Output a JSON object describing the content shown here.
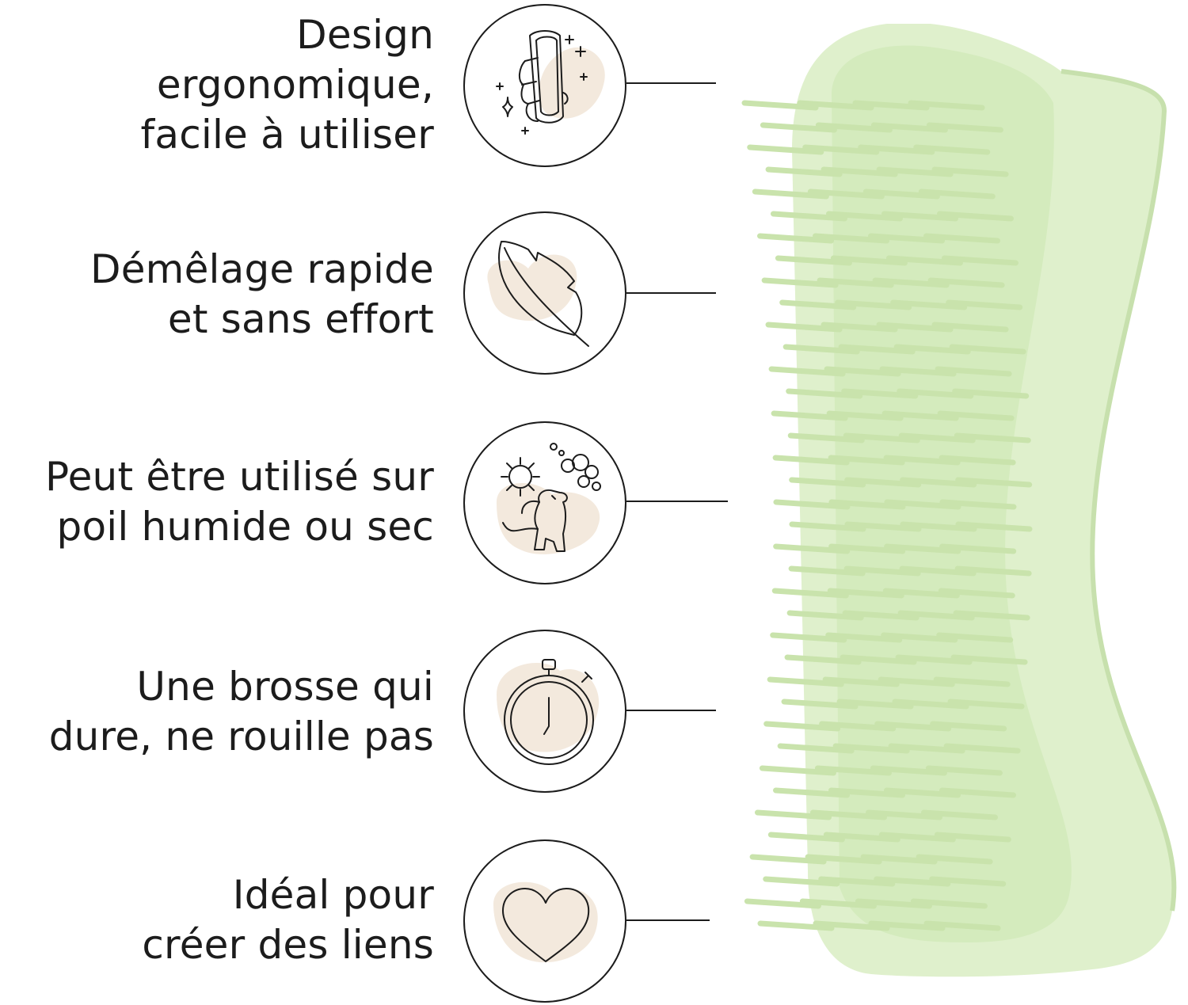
{
  "colors": {
    "text": "#1c1c1c",
    "icon_blob": "#f3e9dd",
    "brush_body": "#dff0cc",
    "brush_pins": "#c9e3ac"
  },
  "features": [
    {
      "lines": [
        "Design",
        "ergonomique,",
        "facile à utiliser"
      ],
      "icon": "hand-holding-brush-icon"
    },
    {
      "lines": [
        "Démêlage rapide",
        "et sans effort"
      ],
      "icon": "feather-icon"
    },
    {
      "lines": [
        "Peut être utilisé sur",
        "poil humide ou sec"
      ],
      "icon": "dog-sun-bubbles-icon"
    },
    {
      "lines": [
        "Une brosse qui",
        "dure, ne rouille pas"
      ],
      "icon": "stopwatch-icon"
    },
    {
      "lines": [
        "Idéal pour",
        "créer des liens"
      ],
      "icon": "heart-icon"
    }
  ],
  "product": {
    "icon": "detangling-brush-image"
  }
}
